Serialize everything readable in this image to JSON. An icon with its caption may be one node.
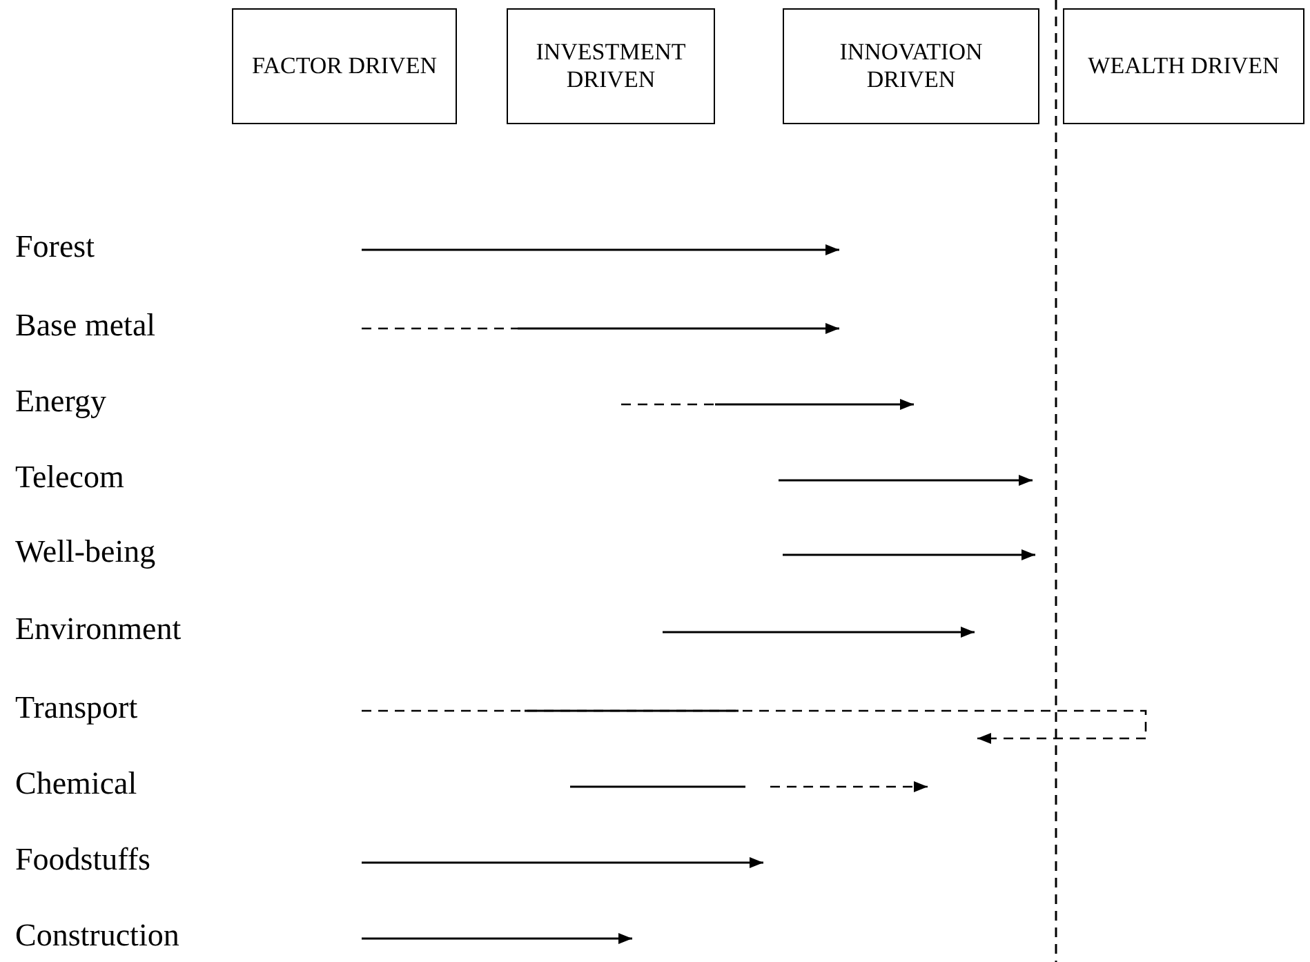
{
  "diagram": {
    "nodes": [
      {
        "text": [
          "FACTOR DRIVEN"
        ]
      },
      {
        "text": [
          "INVESTMENT DRIVEN"
        ]
      },
      {
        "text": [
          "INNOVATION DRIVEN"
        ]
      },
      {
        "text": [
          "WEALTH DRIVEN"
        ]
      }
    ],
    "edges": [],
    "labels": [
      "Forest",
      "Base metal",
      "Energy",
      "Telecom",
      "Well-being",
      "Environment",
      "Transport",
      "Chemical",
      "Foodstuffs",
      "Construction"
    ]
  }
}
